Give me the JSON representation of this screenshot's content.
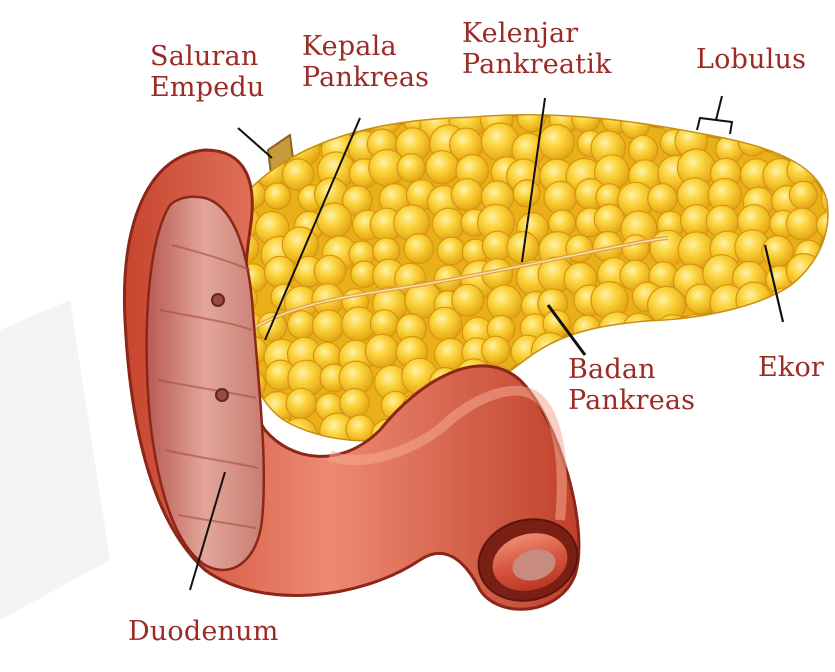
{
  "diagram": {
    "labels": {
      "saluran_empedu": [
        "Saluran",
        "Empedu"
      ],
      "kepala_pankreas": [
        "Kepala",
        "Pankreas"
      ],
      "kelenjar_pankreatik": [
        "Kelenjar",
        "Pankreatik"
      ],
      "lobulus": "Lobulus",
      "badan_pankreas": [
        "Badan",
        "Pankreas"
      ],
      "ekor": "Ekor",
      "duodenum": "Duodenum"
    },
    "colors": {
      "label_text": "#9b2b25",
      "pancreas": "#f5c21b",
      "pancreas_lobule_highlight": "#fde36a",
      "pancreas_shadow": "#d99a12",
      "duodenum": "#d85a45",
      "duodenum_inner": "#c9786d",
      "bile_duct": "#c79a3c",
      "leader_lines": "#111111"
    }
  }
}
